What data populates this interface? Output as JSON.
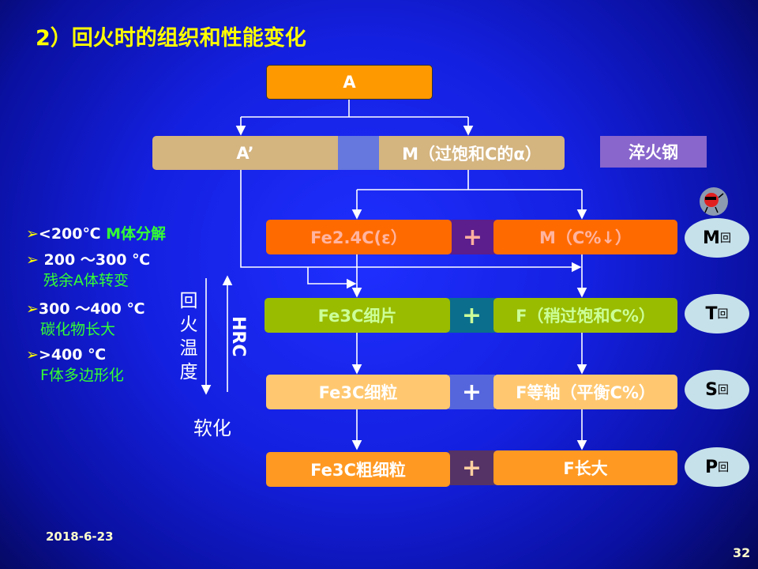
{
  "title": "2）回火时的组织和性能变化",
  "boxes": {
    "a": "A",
    "a_prime": "A’",
    "m_sat": "M（过饱和C的α）",
    "quench": "淬火钢",
    "r1_left": "Fe2.4C(ε）",
    "r1_right": "M（C%↓）",
    "r2_left": "Fe3C细片",
    "r2_right": "F（稍过饱和C%）",
    "r3_left": "Fe3C细粒",
    "r3_right": "F等轴（平衡C%）",
    "r4_left": "Fe3C粗细粒",
    "r4_right": "F长大",
    "plus": "+"
  },
  "stages": [
    {
      "letter": "M",
      "suffix": "回"
    },
    {
      "letter": "T",
      "suffix": "回"
    },
    {
      "letter": "S",
      "suffix": "回"
    },
    {
      "letter": "P",
      "suffix": "回"
    }
  ],
  "notes": [
    {
      "temp": "<200℃",
      "desc": "M体分解"
    },
    {
      "temp": "200 ～300 ℃",
      "desc": "残余A体转变"
    },
    {
      "temp": "300 ～400 ℃",
      "desc": "碳化物长大"
    },
    {
      "temp": ">400 ℃",
      "desc": "F体多边形化"
    }
  ],
  "axis": {
    "temp_label": "回火温度",
    "hrc_label": "HRC",
    "soften": "软化"
  },
  "footer": {
    "date": "2018-6-23",
    "page": "32"
  }
}
